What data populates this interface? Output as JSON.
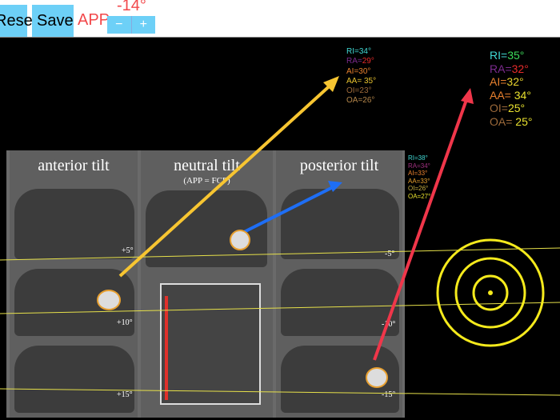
{
  "toolbar": {
    "reset_label": "Reset",
    "save_label": "Save",
    "app_label": "APP",
    "app_angle": "-14°",
    "decrement": "−",
    "increment": "+"
  },
  "figure": {
    "titles": [
      "anterior tilt",
      "neutral tilt",
      "posterior tilt"
    ],
    "neutral_subtitle": "(APP = FCP)",
    "tilt_labels": [
      "+5°",
      "+10°",
      "+15°",
      "-5°",
      "-10°",
      "-15°"
    ]
  },
  "readout_small": {
    "RI": "RI=34°",
    "RA_key": "RA=",
    "RA_val": "29°",
    "AI": "AI=30°",
    "AA": "AA= 35°",
    "OI": "OI=23°",
    "OA": "OA=26°"
  },
  "readout_large": {
    "RI_key": "RI=",
    "RI_val": "35°",
    "RA_key": "RA=",
    "RA_val": "32°",
    "AI_key": "AI=",
    "AI_val": "32°",
    "AA_key": "AA=",
    "AA_val": " 34°",
    "OI_key": "OI=",
    "OI_val": "25°",
    "OA_key": "OA=",
    "OA_val": " 25°"
  },
  "readout_blue": {
    "RI": "RI=38°",
    "RA": "RA=34°",
    "AI": "AI=33°",
    "AA": "AA=33°",
    "OI": "OI=26°",
    "OA": "OA=27°"
  },
  "colors": {
    "button": "#6dd0f7",
    "accent": "#f2484b",
    "yellow_arrow": "#f7c531",
    "blue_arrow": "#1e6ef5",
    "red_arrow": "#f0364a",
    "target": "#f5ea1c"
  }
}
